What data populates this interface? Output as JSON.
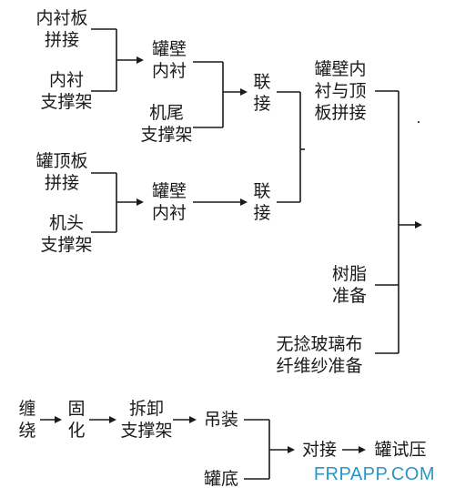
{
  "steps": {
    "liner_panel": [
      "内衬板",
      "拼接"
    ],
    "liner_frame": [
      "内衬",
      "支撑架"
    ],
    "wall_liner_1": [
      "罐壁",
      "内衬"
    ],
    "tail_frame": [
      "机尾",
      "支撑架"
    ],
    "join_1": [
      "联",
      "接"
    ],
    "top_panel": [
      "罐顶板",
      "拼接"
    ],
    "head_frame": [
      "机头",
      "支撑架"
    ],
    "wall_liner_2": [
      "罐壁",
      "内衬"
    ],
    "join_2": [
      "联",
      "接"
    ],
    "combined_join": [
      "罐壁内",
      "衬与顶",
      "板拼接"
    ],
    "resin_prep": [
      "树脂",
      "准备"
    ],
    "fiber_prep": [
      "无捻玻璃布",
      "纤维纱准备"
    ],
    "winding": [
      "缠",
      "绕"
    ],
    "curing": [
      "固",
      "化"
    ],
    "remove_frame": [
      "拆卸",
      "支撑架"
    ],
    "hoisting": "吊装",
    "tank_bottom": "罐底",
    "butt_joint": "对接",
    "pressure_test": "罐试压"
  },
  "watermark": {
    "text": "FRPAPP.COM",
    "color": "#2a96c8"
  }
}
